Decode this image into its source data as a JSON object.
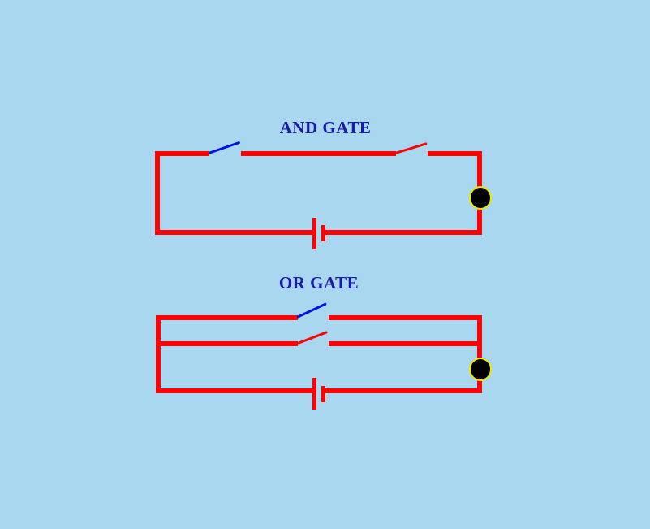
{
  "canvas": {
    "background_color": "#AAD7F0",
    "wire_color": "#FB0303",
    "switch_lever_blue_color": "#0011DD",
    "switch_lever_red_color": "#FB0303",
    "title_color": "#1A1AAA",
    "bulb_fill_color": "#000000",
    "bulb_ring_color": "#EFE800"
  },
  "diagrams": [
    {
      "title": "AND GATE",
      "layout": "two open switches in series on top wire, battery cell on bottom wire, bulb on right wire",
      "components": [
        "open-switch-blue",
        "open-switch-red",
        "battery-cell",
        "bulb"
      ]
    },
    {
      "title": "OR GATE",
      "layout": "two parallel branches each with an open switch, battery cell on bottom wire, bulb on right wire",
      "components": [
        "open-switch-blue",
        "open-switch-red",
        "battery-cell",
        "bulb"
      ]
    }
  ]
}
